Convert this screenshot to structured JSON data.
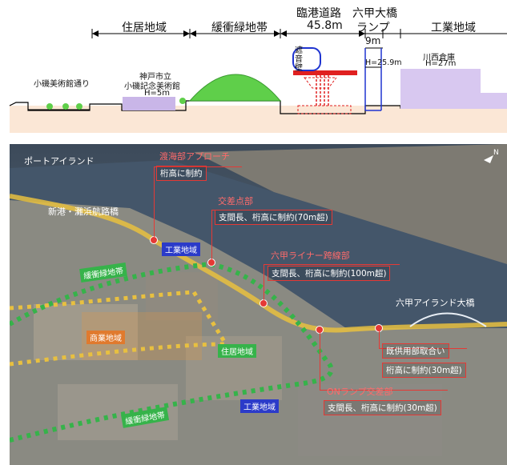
{
  "cross_section": {
    "zones": {
      "residential": "住居地域",
      "buffer_green": "緩衝緑地帯",
      "road": "臨港道路",
      "road_width": "45.8m",
      "bridge": "六甲大橋",
      "ramp": "ランプ",
      "ramp_width": "9m",
      "industrial": "工業地域"
    },
    "labels": {
      "street": "小磯美術館通り",
      "museum_line1": "神戸市立",
      "museum_line2": "小磯記念美術館",
      "museum_h": "H=5m",
      "soundproof": "遮\n音\n壁",
      "ramp_h": "H=25.9m",
      "warehouse": "川西倉庫",
      "warehouse_h": "H=27m"
    },
    "colors": {
      "ground": "#fbe7d6",
      "museum": "#c9b6e8",
      "warehouse": "#d8c8f0",
      "tree": "#5fcf4a",
      "structure": "#e02020",
      "ramp": "#1f34d0"
    }
  },
  "aerial": {
    "port_island": "ポートアイランド",
    "shinko_bridge": "新港・灘浜航路橋",
    "rokko_island_bridge": "六甲アイランド大橋",
    "zones": {
      "industrial_1": "工業地域",
      "buffer_1": "緩衝緑地帯",
      "commercial": "商業地域",
      "residential": "住居地域",
      "industrial_2": "工業地域",
      "buffer_2": "緩衝緑地帯"
    },
    "annotations": [
      {
        "title": "渡海部アプローチ",
        "detail": "桁高に制約"
      },
      {
        "title": "交差点部",
        "detail": "支間長、桁高に制約(70m超)"
      },
      {
        "title": "六甲ライナー跨線部",
        "detail": "支間長、桁高に制約(100m超)"
      },
      {
        "title": "既供用部取合い",
        "detail": "桁高に制約(30m超)"
      },
      {
        "title": "ONランプ交差部",
        "detail": "支間長、桁高に制約(30m超)"
      }
    ],
    "colors": {
      "route": "#e8c040",
      "buffer": "#36b34a",
      "industrial_badge": "#2b3bc9",
      "commercial_badge": "#e07a2e",
      "pin": "#e53935"
    },
    "compass": "N"
  }
}
